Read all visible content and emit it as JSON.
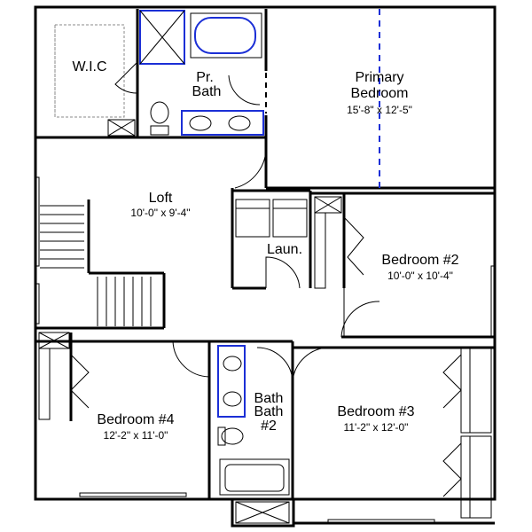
{
  "rooms": {
    "wic": {
      "name": "W.I.C"
    },
    "primary_bath": {
      "name_line1": "Pr.",
      "name_line2": "Bath"
    },
    "primary_bedroom": {
      "name_line1": "Primary",
      "name_line2": "Bedroom",
      "dims": "15'-8\" x 12'-5\""
    },
    "loft": {
      "name": "Loft",
      "dims": "10'-0\" x 9'-4\""
    },
    "laundry": {
      "name": "Laun."
    },
    "bedroom2": {
      "name": "Bedroom #2",
      "dims": "10'-0\" x 10'-4\""
    },
    "bedroom3": {
      "name": "Bedroom #3",
      "dims": "11'-2\" x 12'-0\""
    },
    "bedroom4": {
      "name": "Bedroom #4",
      "dims": "12'-2\" x 11'-0\""
    },
    "bath2": {
      "name_line1": "Bath",
      "name_line2": "Bath",
      "name_line3": "#2"
    }
  },
  "colors": {
    "walls": "#000000",
    "fixtures": "#1b2fd6",
    "background": "#ffffff"
  }
}
